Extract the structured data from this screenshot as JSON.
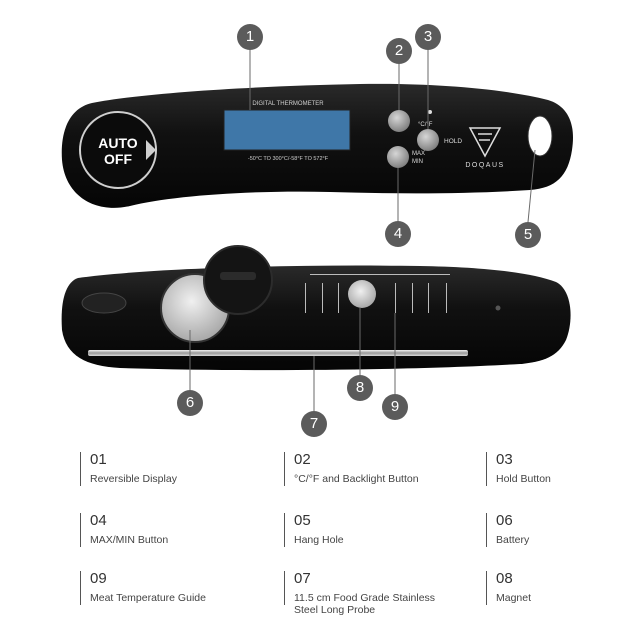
{
  "device": {
    "display_label": "DIGITAL THERMOMETER",
    "range_text": "-50°C TO 300°C/-58°F TO 572°F",
    "auto_off": [
      "AUTO",
      "OFF"
    ],
    "btn_unit": "°C/°F",
    "btn_hold": "HOLD",
    "btn_maxmin": [
      "MAX",
      "MIN"
    ],
    "brand": "DOQAUS"
  },
  "callouts": [
    "1",
    "2",
    "3",
    "4",
    "5",
    "6",
    "7",
    "8",
    "9"
  ],
  "legend": [
    {
      "num": "01",
      "label": "Reversible Display"
    },
    {
      "num": "02",
      "label": "°C/°F and Backlight Button"
    },
    {
      "num": "03",
      "label": "Hold Button"
    },
    {
      "num": "04",
      "label": "MAX/MIN Button"
    },
    {
      "num": "05",
      "label": "Hang Hole"
    },
    {
      "num": "06",
      "label": "Battery"
    },
    {
      "num": "09",
      "label": "Meat Temperature Guide"
    },
    {
      "num": "07",
      "label": "11.5 cm Food Grade  Stainless Steel Long Probe"
    },
    {
      "num": "08",
      "label": "Magnet"
    }
  ],
  "colors": {
    "body": "#111111",
    "callout": "#5b5b5b",
    "lcd": "#3f77a8"
  }
}
